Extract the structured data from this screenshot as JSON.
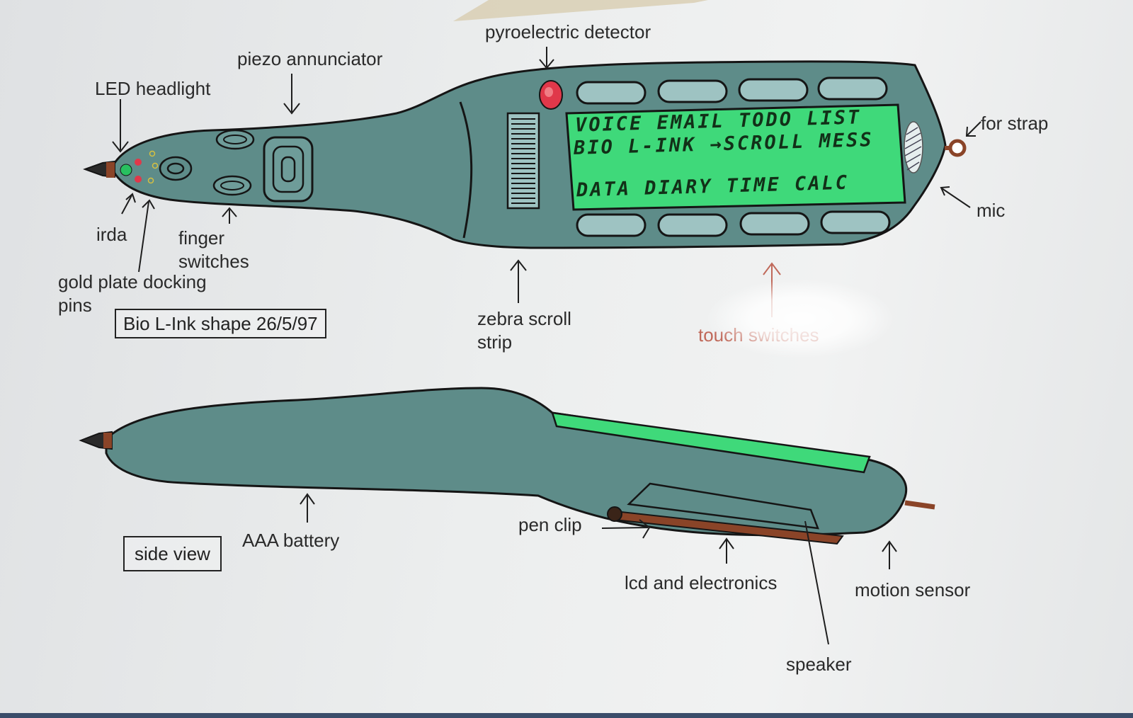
{
  "top_device": {
    "lcd_lines": [
      "VOICE EMAIL TODO LIST",
      "BIO L-INK →SCROLL MESS",
      "DATA DIARY TIME  CALC"
    ]
  },
  "labels": {
    "pyroelectric_detector": "pyroelectric detector",
    "piezo_annunciator": "piezo annunciator",
    "led_headlight": "LED headlight",
    "for_strap": "for strap",
    "mic": "mic",
    "irda": "irda",
    "finger_switches": "finger switches",
    "gold_plate_docking_pins": "gold plate docking pins",
    "title_box": "Bio L-Ink shape 26/5/97",
    "zebra_scroll_strip": "zebra scroll strip",
    "touch_switches": "touch switches",
    "aaa_battery": "AAA battery",
    "side_view_box": "side view",
    "pen_clip": "pen clip",
    "lcd_and_electronics": "lcd and electronics",
    "motion_sensor": "motion sensor",
    "speaker": "speaker"
  },
  "colors": {
    "body": "#5e8c89",
    "lcd": "#3fd97a",
    "button": "#9ec3c2",
    "outline": "#151515",
    "led_red": "#e0384a",
    "led_green": "#28c060",
    "strap_copper": "#8a4428",
    "touch_label": "#c0695a"
  }
}
